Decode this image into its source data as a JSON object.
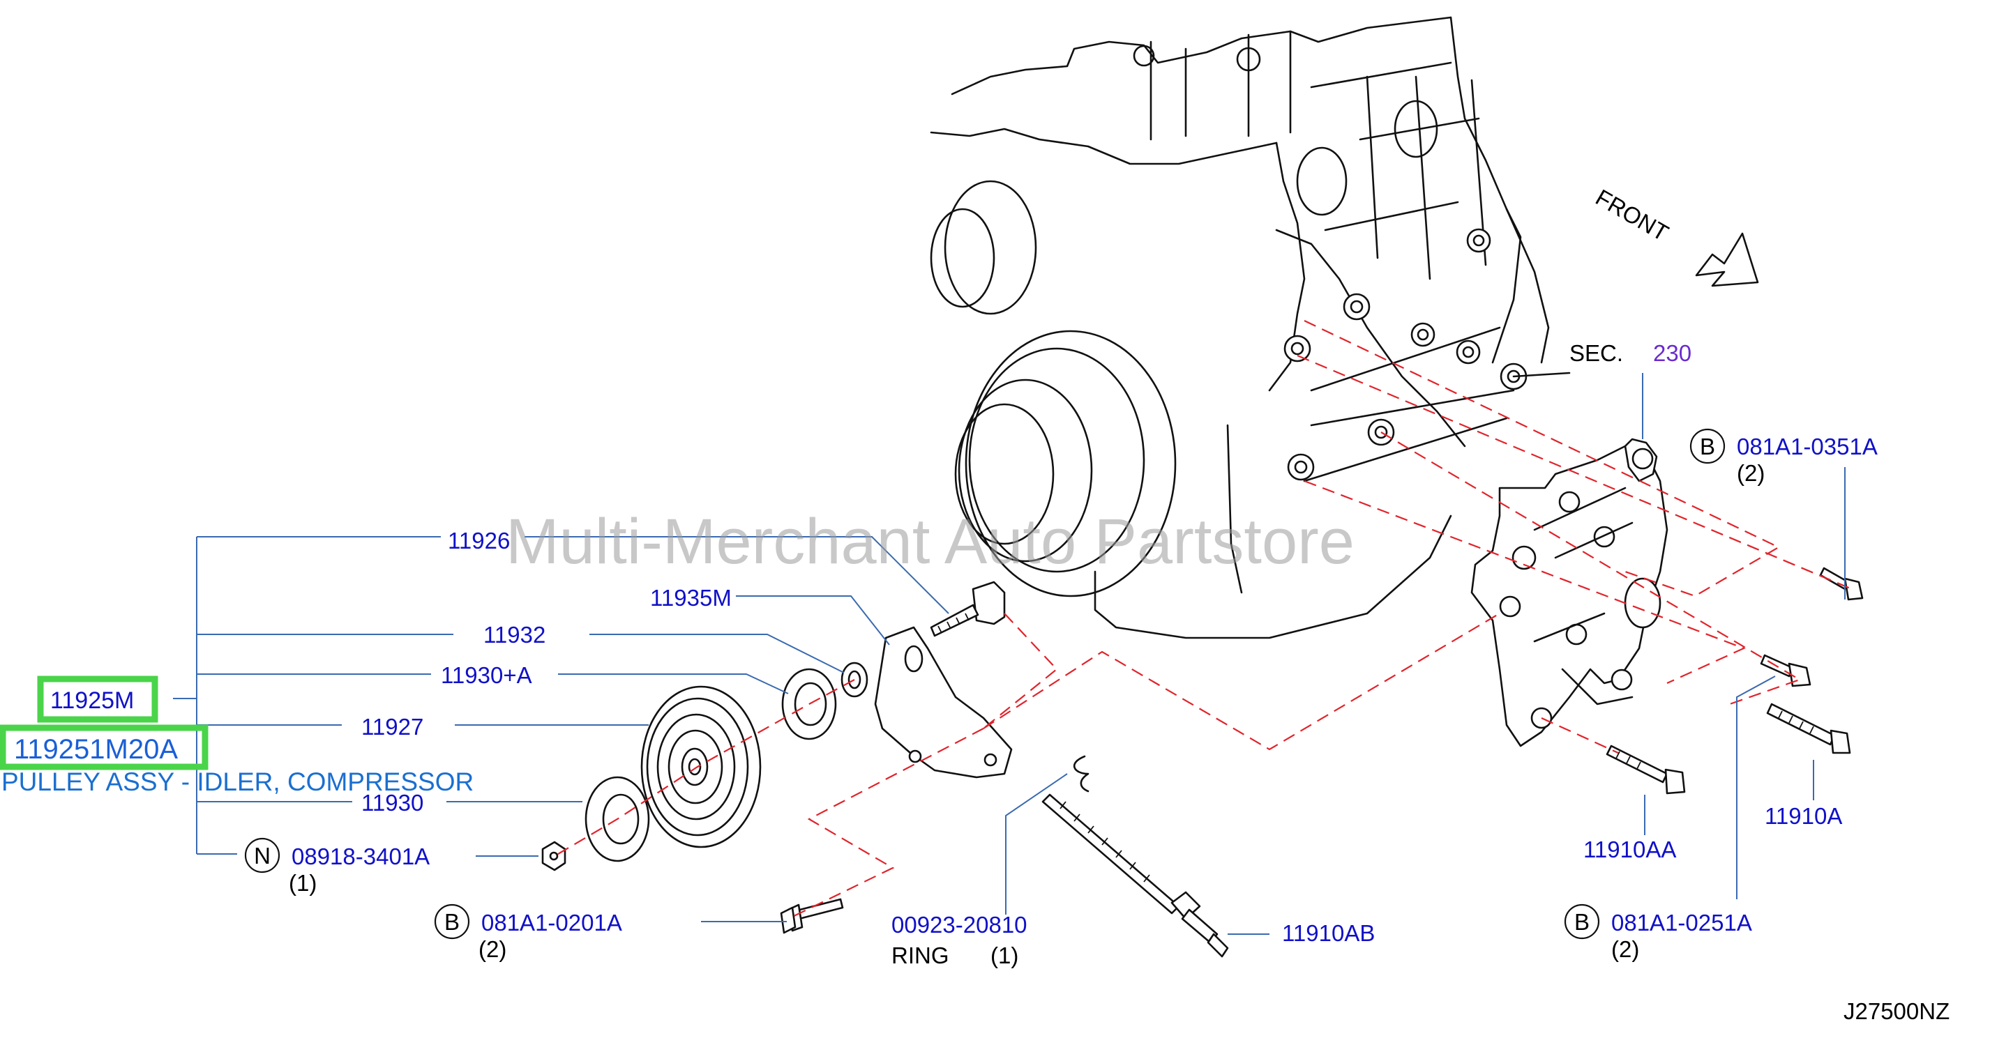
{
  "watermark": "Multi-Merchant Auto Partstore",
  "direction": {
    "label": "FRONT"
  },
  "section_ref": {
    "prefix": "SEC.",
    "number": "230"
  },
  "highlighted": {
    "assembly_code": "11925M",
    "part_number": "119251M20A",
    "description": "PULLEY ASSY - IDLER, COMPRESSOR"
  },
  "tree_callouts": [
    {
      "code": "11926"
    },
    {
      "code": "11932"
    },
    {
      "code": "11930+A"
    },
    {
      "code": "11927"
    },
    {
      "code": "11930"
    },
    {
      "code": "08918-3401A",
      "badge": "N",
      "qty": "(1)"
    }
  ],
  "callouts": {
    "bracket": "11935M",
    "bolt_0201": {
      "badge": "B",
      "code": "081A1-0201A",
      "qty": "(2)"
    },
    "ring": {
      "code": "00923-20810",
      "name": "RING",
      "qty": "(1)"
    },
    "bolt_ab": "11910AB",
    "bolt_0351": {
      "badge": "B",
      "code": "081A1-0351A",
      "qty": "(2)"
    },
    "bolt_a": "11910A",
    "bolt_aa": "11910AA",
    "bolt_0251": {
      "badge": "B",
      "code": "081A1-0251A",
      "qty": "(2)"
    }
  },
  "diagram_id": "J27500NZ"
}
